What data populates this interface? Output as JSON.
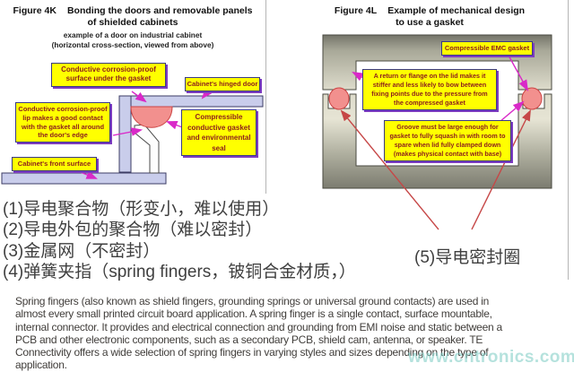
{
  "figure_4k": {
    "figure_label": "Figure 4K",
    "title_line1": "Bonding the doors and removable panels",
    "title_line2": "of shielded cabinets",
    "subtitle_line1": "example of a door on industrial cabinet",
    "subtitle_line2": "(horizontal cross-section, viewed from above)",
    "labels": {
      "surface": "Conductive corrosion-proof\nsurface under the gasket",
      "hinged_door": "Cabinet's hinged door",
      "lip": "Conductive corrosion-proof\nlip makes a good contact\nwith the gasket all around\nthe door's edge",
      "gasket": "Compressible\nconductive gasket\nand environmental\nseal",
      "front_surface": "Cabinet's front surface"
    }
  },
  "figure_4l": {
    "figure_label": "Figure 4L",
    "title_line1": "Example of mechanical design",
    "title_line2": "to use a gasket",
    "labels": {
      "emc_gasket": "Compressible EMC gasket",
      "flange": "A return or flange on the lid makes it\nstiffer and less likely to bow between\nfixing points due to the pressure from\nthe compressed gasket",
      "groove": "Groove must be large enough for\ngasket to fully squash in with room to\nspare when lid fully clamped down\n(makes physical contact with base)"
    }
  },
  "notes": {
    "items": [
      "(1)导电聚合物（形变小，难以使用）",
      "(2)导电外包的聚合物（难以密封）",
      "(3)金属网（不密封）",
      "(4)弹簧夹指（spring fingers，铍铜合金材质，）",
      "(5)导电密封圈"
    ]
  },
  "paragraph": "Spring fingers (also known as shield fingers, grounding springs or universal ground contacts) are used in\nalmost every small printed circuit board application. A spring finger is a single contact, surface mountable,\ninternal connector. It provides and electrical connection and grounding from EMI noise and static between a\nPCB and other electronic components, such as a secondary PCB, shield cam, antenna, or speaker. TE\nConnectivity offers a wide selection of spring fingers in varying styles and sizes depending on the type of\napplication.",
  "watermark": "www.cntronics.com",
  "colors": {
    "callout_bg": "#ffff00",
    "callout_text": "#8b1d1d",
    "callout_border": "#3a3a85",
    "callout_shadow": "#7d3cc0",
    "panel_lavender": "#c9cdeb",
    "gasket_pink": "#f2908e",
    "gasket_stroke": "#cc4444",
    "metal_olive": "#b9b9a9",
    "arrow_magenta": "#d929c8",
    "arrow_red": "#c64747",
    "watermark_teal": "#85cfc8",
    "text_dark": "#3f3f3f"
  }
}
